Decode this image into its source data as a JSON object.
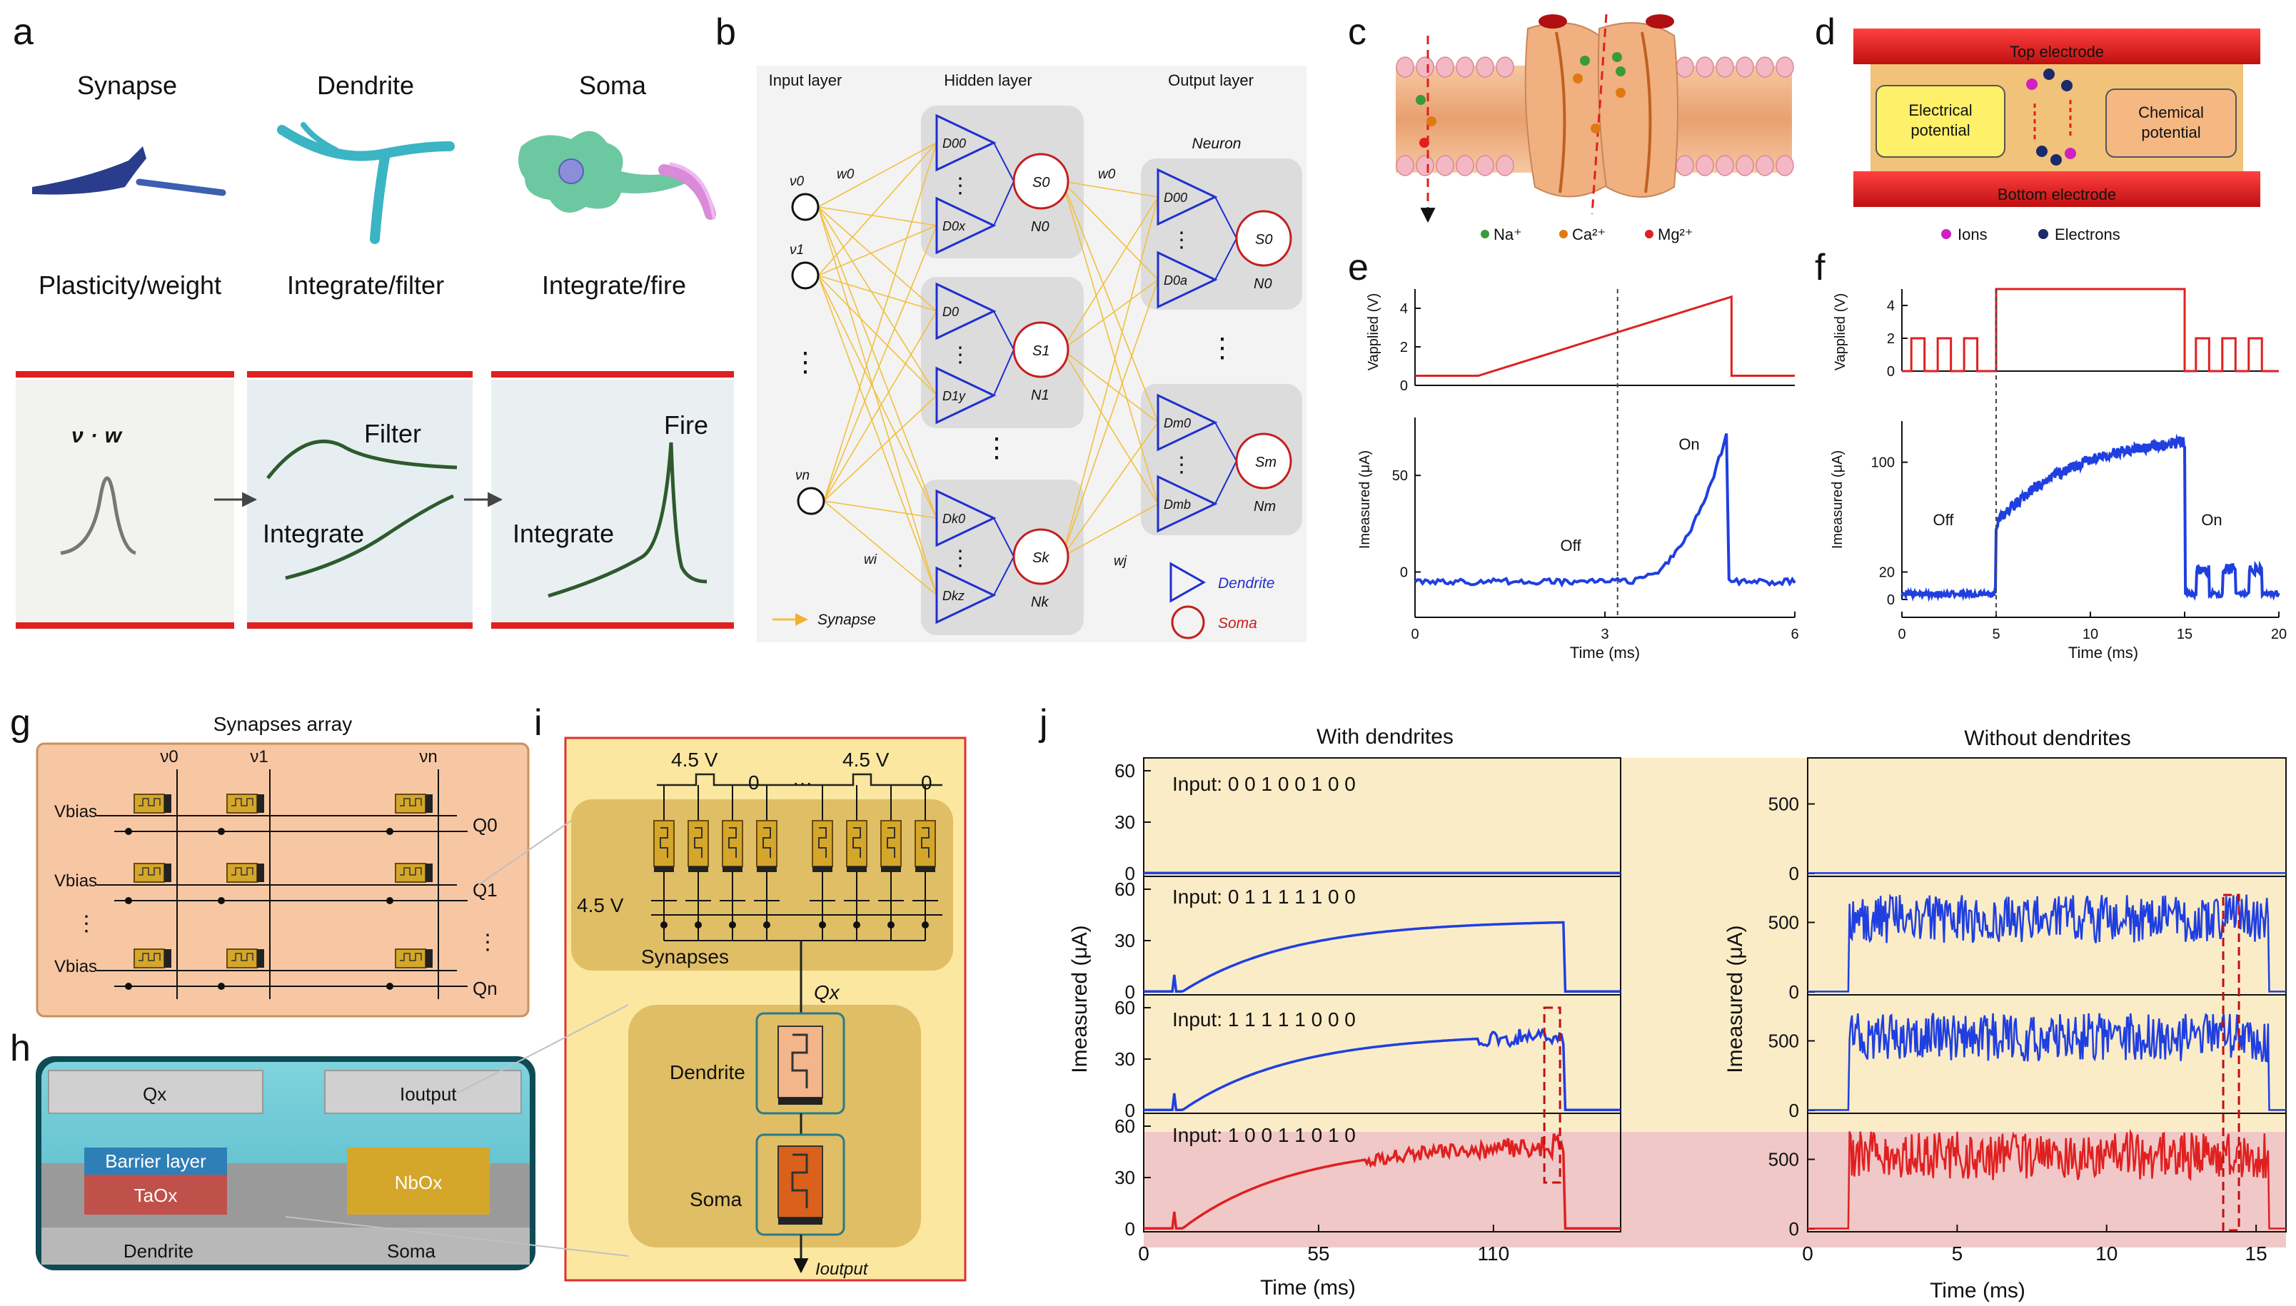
{
  "panels": {
    "a": "a",
    "b": "b",
    "c": "c",
    "d": "d",
    "e": "e",
    "f": "f",
    "g": "g",
    "h": "h",
    "i": "i",
    "j": "j"
  },
  "a": {
    "heads": [
      "Synapse",
      "Dendrite",
      "Soma"
    ],
    "roles": [
      "Plasticity/weight",
      "Integrate/filter",
      "Integrate/fire"
    ],
    "formula_v": "ν",
    "formula_dot": "·",
    "formula_w": "w",
    "filter": "Filter",
    "integrate": "Integrate",
    "fire": "Fire"
  },
  "b": {
    "layers": [
      "Input layer",
      "Hidden layer",
      "Output layer"
    ],
    "neuron": "Neuron",
    "synapse_legend": "Synapse",
    "dendrite_legend": "Dendrite",
    "soma_legend": "Soma",
    "inputs": [
      "ν0",
      "ν1",
      "νn"
    ],
    "weights": [
      "w0",
      "wi",
      "w0",
      "wj"
    ],
    "hidden": [
      {
        "dendrites": [
          "D00",
          "D0x"
        ],
        "soma": "S0",
        "neuron": "N0"
      },
      {
        "dendrites": [
          "D0",
          "D1y"
        ],
        "soma": "S1",
        "neuron": "N1"
      },
      {
        "dendrites": [
          "Dk0",
          "Dkz"
        ],
        "soma": "Sk",
        "neuron": "Nk"
      }
    ],
    "output": [
      {
        "dendrites": [
          "D00",
          "D0a"
        ],
        "soma": "S0",
        "neuron": "N0"
      },
      {
        "dendrites": [
          "Dm0",
          "Dmb"
        ],
        "soma": "Sm",
        "neuron": "Nm"
      }
    ],
    "colors": {
      "dendrite": "#1f2fd0",
      "soma": "#c41e1e",
      "synapse": "#f2c040"
    }
  },
  "c": {
    "ions": [
      "Na⁺",
      "Ca²⁺",
      "Mg²⁺"
    ],
    "ion_colors": [
      "#3a9a3a",
      "#e07a10",
      "#e02020"
    ]
  },
  "d": {
    "top": "Top electrode",
    "bottom": "Bottom electrode",
    "electrical": [
      "Electrical",
      "potential"
    ],
    "chemical": [
      "Chemical",
      "potential"
    ],
    "legend": [
      "Ions",
      "Electrons"
    ]
  },
  "e": {
    "v_label": "Vapplied (V)",
    "i_label": "Imeasured (μA)",
    "x_label": "Time (ms)",
    "v_ticks": [
      "0",
      "2",
      "4"
    ],
    "i_ticks": [
      "0",
      "50"
    ],
    "x_ticks": [
      "0",
      "3",
      "6"
    ],
    "off": "Off",
    "on": "On"
  },
  "f": {
    "v_label": "Vapplied (V)",
    "i_label": "Imeasured (μA)",
    "x_label": "Time (ms)",
    "v_ticks": [
      "0",
      "2",
      "4"
    ],
    "i_ticks": [
      "0",
      "20",
      "100"
    ],
    "x_ticks": [
      "0",
      "5",
      "10",
      "15",
      "20"
    ],
    "off": "Off",
    "on": "On"
  },
  "g": {
    "title": "Synapses array",
    "cols": [
      "ν0",
      "ν1",
      "νn"
    ],
    "vbias": "Vbias",
    "rows": [
      "Q0",
      "Q1",
      "Qn"
    ]
  },
  "h": {
    "qx": "Qx",
    "ioutput": "Ioutput",
    "barrier": "Barrier layer",
    "taox": "TaOx",
    "nbox": "NbOx",
    "dendrite": "Dendrite",
    "soma": "Soma"
  },
  "i": {
    "v1": "4.5 V",
    "z1": "0",
    "dots": "···",
    "v2": "4.5 V",
    "z2": "0",
    "vside": "4.5 V",
    "synapses": "Synapses",
    "qx": "Qx",
    "dendrite": "Dendrite",
    "soma": "Soma",
    "ioutput": "Ioutput"
  },
  "j": {
    "with_title": "With dendrites",
    "without_title": "Without dendrites",
    "inputs": [
      "Input: 0 0 1 0 0 1 0 0",
      "Input: 0 1 1 1 1 1 0 0",
      "Input: 1 1 1 1 1 0 0 0",
      "Input: 1 0 0 1 1 0 1 0"
    ],
    "left_yticks": [
      "0",
      "30",
      "60"
    ],
    "right_yticks": [
      "0",
      "500"
    ],
    "left_xticks": [
      "0",
      "55",
      "110"
    ],
    "right_xticks": [
      "0",
      "5",
      "10",
      "15"
    ],
    "x_label": "Time (ms)",
    "y_label": "Imeasured (μA)"
  }
}
